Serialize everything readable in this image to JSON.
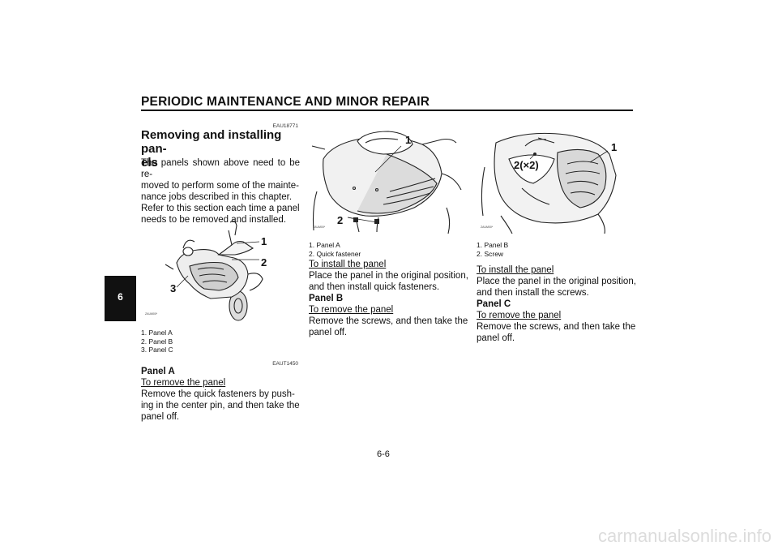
{
  "header": {
    "title": "PERIODIC MAINTENANCE AND MINOR REPAIR"
  },
  "chapter_tab": "6",
  "col1": {
    "code1": "EAU18771",
    "section_title_line1": "Removing and installing pan-",
    "section_title_line2": "els",
    "intro_lines": [
      "The panels shown above need to be re-",
      "moved to perform some of the mainte-",
      "nance jobs described in this chapter.",
      "Refer to this section each time a panel",
      "needs to be removed and installed."
    ],
    "fig": {
      "code": "ZAUM00*",
      "callouts": [
        "1",
        "2",
        "3"
      ]
    },
    "captions": [
      "1.  Panel A",
      "2.  Panel B",
      "3.  Panel C"
    ],
    "code2": "EAUT1450",
    "panel_a_title": "Panel A",
    "remove_heading": "To remove the panel",
    "remove_lines": [
      "Remove the quick fasteners by push-",
      "ing in the center pin, and then take the",
      "panel off."
    ]
  },
  "col2": {
    "fig": {
      "code": "ZAUM00*",
      "callouts": [
        "1",
        "2"
      ]
    },
    "captions": [
      "1.  Panel A",
      "2.  Quick fastener"
    ],
    "install_heading": "To install the panel",
    "install_lines": [
      "Place the panel in the original position,",
      "and then install quick fasteners."
    ],
    "panel_b_title": "Panel B",
    "remove_heading": "To remove the panel",
    "remove_lines": [
      "Remove the screws, and then take the",
      "panel off."
    ]
  },
  "col3": {
    "fig": {
      "code": "ZAUM00*",
      "callouts": [
        "1",
        "2(×2)"
      ]
    },
    "captions": [
      "1.  Panel B",
      "2.  Screw"
    ],
    "install_heading": "To install the panel",
    "install_lines": [
      "Place the panel in the original position,",
      "and then install the screws."
    ],
    "panel_c_title": "Panel C",
    "remove_heading": "To remove the panel",
    "remove_lines": [
      "Remove the screws, and then take the",
      "panel off."
    ]
  },
  "page_number": "6-6",
  "watermark": "carmanualsonline.info"
}
